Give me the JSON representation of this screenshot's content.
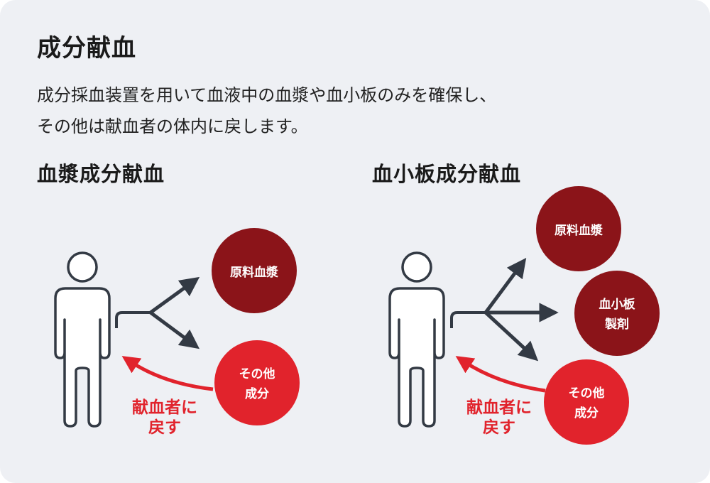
{
  "title": "成分献血",
  "description": {
    "line1": "成分採血装置を用いて血液中の血漿や血小板のみを確保し、",
    "line2": "その他は献血者の体内に戻します。"
  },
  "sections": [
    {
      "title": "血漿成分献血",
      "outputs": [
        {
          "lines": [
            "原料血漿"
          ]
        },
        {
          "lines": [
            "その他",
            "成分"
          ]
        }
      ],
      "return_label": [
        "献血者に",
        "戻す"
      ]
    },
    {
      "title": "血小板成分献血",
      "outputs": [
        {
          "lines": [
            "原料血漿"
          ]
        },
        {
          "lines": [
            "血小板",
            "製剤"
          ]
        },
        {
          "lines": [
            "その他",
            "成分"
          ]
        }
      ],
      "return_label": [
        "献血者に",
        "戻す"
      ]
    }
  ],
  "colors": {
    "background": "#eef0f4",
    "dark_red": "#8b1419",
    "bright_red": "#e1232c",
    "arrow": "#333a44",
    "figure_outline": "#333a44"
  }
}
